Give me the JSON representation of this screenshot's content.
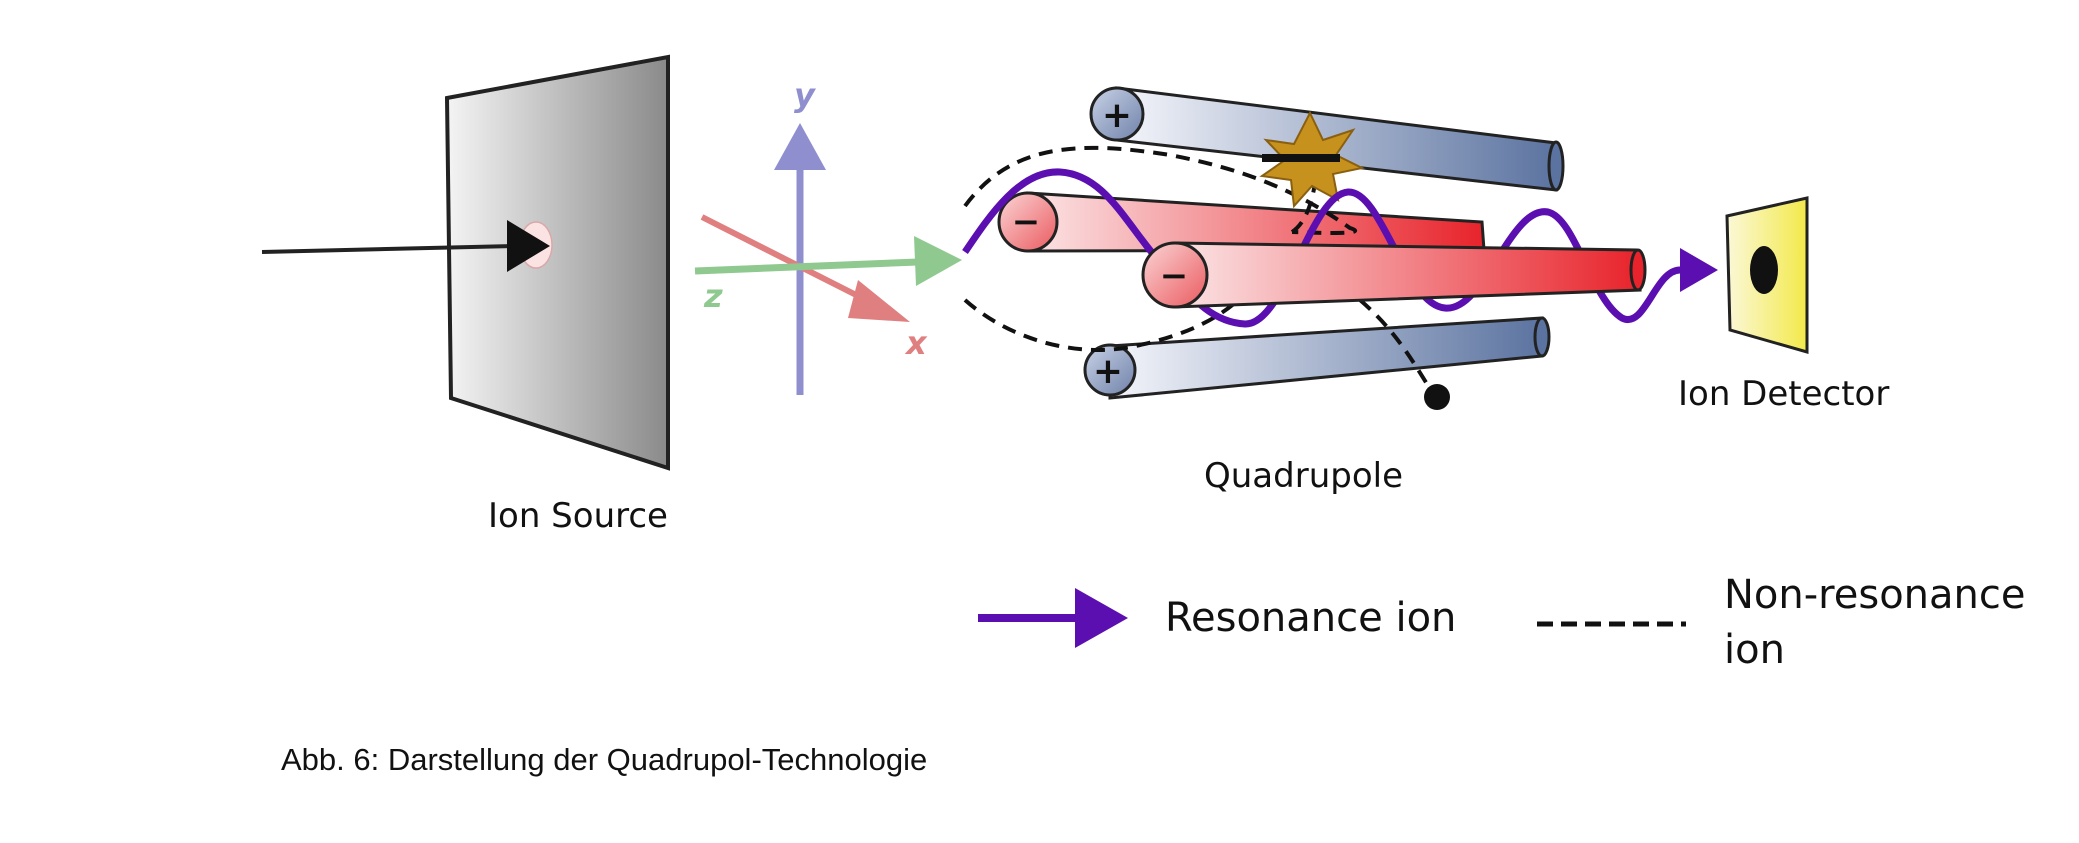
{
  "diagram": {
    "labels": {
      "ion_source": "Ion Source",
      "quadrupole": "Quadrupole",
      "ion_detector": "Ion Detector",
      "axis_y": "y",
      "axis_z": "z",
      "axis_x": "x",
      "plus_sign": "+",
      "minus_sign": "−"
    },
    "legend": {
      "resonance": "Resonance ion",
      "non_resonance_line1": "Non-resonance",
      "non_resonance_line2": "ion"
    },
    "colors": {
      "resonance_ion": "#5b0fb0",
      "axis_y": "#8f8fcf",
      "axis_z": "#8fc98f",
      "axis_x": "#e07f7f",
      "rod_positive": "#5b73a0",
      "rod_negative": "#e8232b",
      "detector": "#f3e94a",
      "burst": "#c7911e"
    }
  },
  "caption": "Abb. 6: Darstellung der Quadrupol-Technologie"
}
